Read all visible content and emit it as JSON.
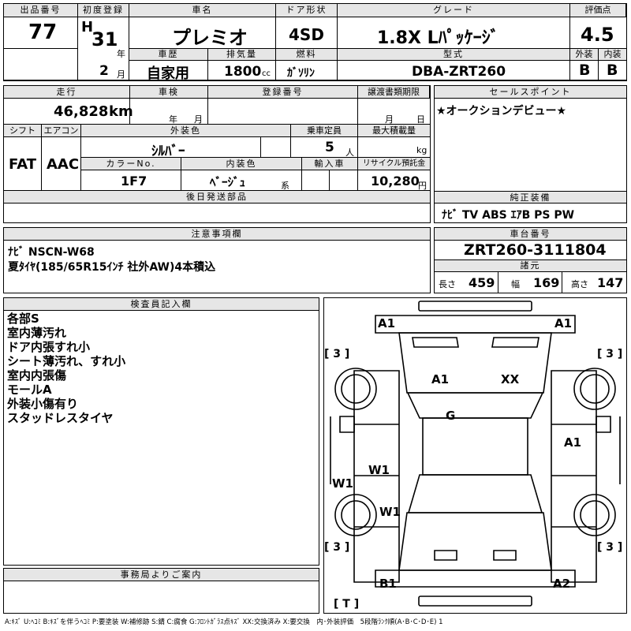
{
  "header": {
    "lot_label": "出品番号",
    "lot": "77",
    "first_reg_label": "初度登録",
    "era": "H",
    "year": "31",
    "year_unit": "年",
    "month": "2",
    "month_unit": "月",
    "name_label": "車名",
    "name": "プレミオ",
    "door_label": "ドア形状",
    "door": "4SD",
    "grade_label": "グレード",
    "grade": "1.8X Lﾊﾟｯｹｰｼﾞ",
    "score_label": "評価点",
    "score": "4.5",
    "history_label": "車歴",
    "history": "自家用",
    "displacement_label": "排気量",
    "displacement": "1800",
    "displacement_unit": "cc",
    "fuel_label": "燃料",
    "fuel": "ｶﾞｿﾘﾝ",
    "model_label": "型式",
    "model": "DBA-ZRT260",
    "exterior_label": "外装",
    "exterior": "B",
    "interior_label": "内装",
    "interior": "B"
  },
  "row2": {
    "mileage_label": "走行",
    "mileage": "46,828",
    "mileage_unit": "km",
    "inspection_label": "車検",
    "insp_year_unit": "年",
    "insp_month_unit": "月",
    "regno_label": "登録番号",
    "transfer_label": "譲渡書類期限",
    "transfer_month_unit": "月",
    "transfer_day_unit": "日",
    "shift_label": "シフト",
    "shift": "FAT",
    "ac_label": "エアコン",
    "ac": "AAC",
    "color_label": "外装色",
    "color": "ｼﾙﾊﾞｰ",
    "capacity_label": "乗車定員",
    "capacity": "5",
    "capacity_unit": "人",
    "load_label": "最大積載量",
    "load_unit": "kg",
    "color_no_label": "カラーNo.",
    "color_no": "1F7",
    "int_color_label": "内装色",
    "int_color": "ﾍﾞｰｼﾞｭ",
    "int_color_unit": "系",
    "import_label": "輸入車",
    "recycle_label": "リサイクル預託金",
    "recycle": "10,280",
    "recycle_unit": "円",
    "later_label": "後日発送部品"
  },
  "sales": {
    "label": "セールスポイント",
    "text": "★オークションデビュー★"
  },
  "equip": {
    "label": "純正装備",
    "text": "ﾅﾋﾞ TV ABS ｴｱB PS PW"
  },
  "notes": {
    "label": "注意事項欄",
    "line1": "ﾅﾋﾞ NSCN-W68",
    "line2": "夏ﾀｲﾔ(185/65R15ｲﾝﾁ 社外AW)4本積込"
  },
  "chassis": {
    "label": "車台番号",
    "number": "ZRT260-3111804",
    "spec_label": "諸元",
    "length_label": "長さ",
    "length": "459",
    "width_label": "幅",
    "width": "169",
    "height_label": "高さ",
    "height": "147"
  },
  "inspector": {
    "label": "検査員記入欄",
    "lines": [
      "各部S",
      "室内薄汚れ",
      "ドア内張すれ小",
      "シート薄汚れ、すれ小",
      "室内内張傷",
      "モールA",
      "外装小傷有り",
      "スタッドレスタイヤ"
    ]
  },
  "office": {
    "label": "事務局よりご案内"
  },
  "diagram": {
    "marks": [
      "A1",
      "A1",
      "A1",
      "XX",
      "G",
      "A1",
      "W1",
      "W1",
      "W1",
      "B1",
      "A2"
    ],
    "brackets": [
      "[ 3 ]",
      "[ 3 ]",
      "[ 3 ]",
      "[ 3 ]",
      "[ T ]"
    ]
  },
  "legend": "A:ｷｽﾞ U:ﾍｺﾐ B:ｷｽﾞを伴うﾍｺﾐ P:要塗装 W:補修跡 S:錆 C:腐食 G:ﾌﾛﾝﾄｶﾞﾗｽ点ｷｽﾞ XX:交換済み X:要交換　内･外装評価　5段階ﾗﾝｸ順(A･B･C･D･E) 1"
}
